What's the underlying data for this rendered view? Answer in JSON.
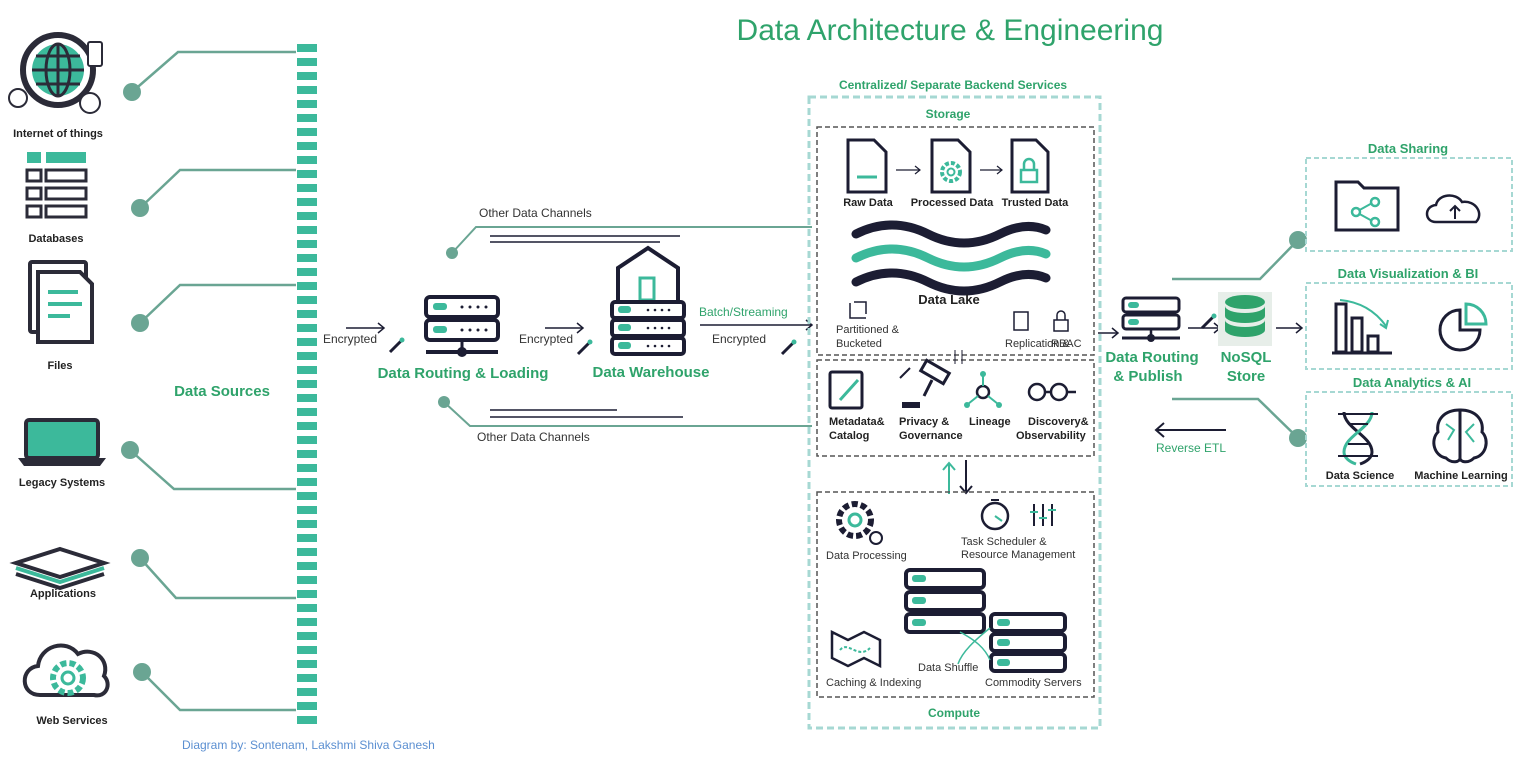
{
  "title": "Data Architecture & Engineering",
  "credit": "Diagram by: Sontenam, Lakshmi Shiva Ganesh",
  "sources": {
    "heading": "Data Sources",
    "items": [
      {
        "label": "Internet of things",
        "icon": "globe-icon"
      },
      {
        "label": "Databases",
        "icon": "table-icon"
      },
      {
        "label": "Files",
        "icon": "document-icon"
      },
      {
        "label": "Legacy Systems",
        "icon": "laptop-icon"
      },
      {
        "label": "Applications",
        "icon": "layers-icon"
      },
      {
        "label": "Web Services",
        "icon": "cloud-gear-icon"
      }
    ]
  },
  "pipeline": {
    "routing_loading": "Data Routing & Loading",
    "warehouse": "Data Warehouse",
    "encrypted_1": "Encrypted",
    "encrypted_2": "Encrypted",
    "encrypted_3": "Encrypted",
    "batch_streaming": "Batch/Streaming",
    "other_channels_top": "Other Data Channels",
    "other_channels_bottom": "Other Data Channels"
  },
  "backend": {
    "heading": "Centralized/ Separate  Backend Services",
    "storage": {
      "heading": "Storage",
      "raw": "Raw Data",
      "processed": "Processed Data",
      "trusted": "Trusted Data",
      "lake": "Data Lake",
      "partitioned_1": "Partitioned &",
      "partitioned_2": "Bucketed",
      "replication": "Replication &",
      "rbac": "RBAC"
    },
    "governance": {
      "metadata_1": "Metadata&",
      "metadata_2": "Catalog",
      "privacy_1": "Privacy &",
      "privacy_2": "Governance",
      "lineage": "Lineage",
      "discovery_1": "Discovery&",
      "discovery_2": "Observability"
    },
    "compute": {
      "heading": "Compute",
      "processing": "Data Processing",
      "scheduler_1": "Task Scheduler &",
      "scheduler_2": "Resource Management",
      "caching": "Caching & Indexing",
      "shuffle": "Data Shuffle",
      "servers": "Commodity Servers"
    }
  },
  "publish": {
    "routing_1": "Data Routing",
    "routing_2": "& Publish",
    "nosql_1": "NoSQL",
    "nosql_2": "Store",
    "reverse_etl": "Reverse ETL"
  },
  "consumers": {
    "sharing": "Data Sharing",
    "viz": "Data Visualization & BI",
    "analytics": "Data Analytics & AI",
    "science": "Data Science",
    "ml": "Machine Learning"
  },
  "colors": {
    "accent_green": "#2fa36b",
    "teal": "#3cb99b",
    "connector": "#6aa593",
    "navy": "#1c1d33",
    "dash_border": "#a6d8d3",
    "credit_blue": "#5b8fd1"
  }
}
